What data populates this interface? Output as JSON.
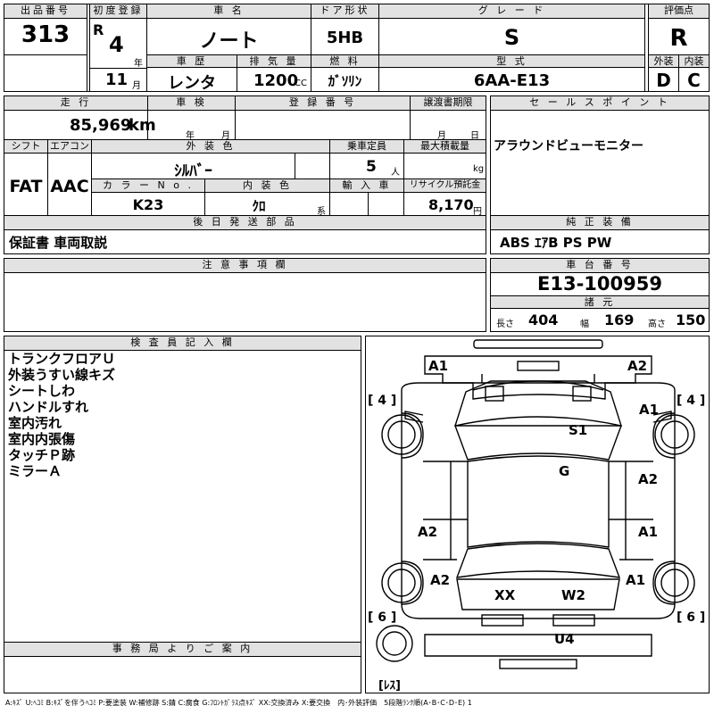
{
  "header": {
    "lot_no_label": "出品番号",
    "lot_no": "313",
    "first_reg_label": "初度登録",
    "era": "R",
    "year": "4",
    "year_unit": "年",
    "month": "11",
    "month_unit": "月",
    "car_name_label": "車 名",
    "car_name": "ノート",
    "history_label": "車 歴",
    "history": "レンタ",
    "displacement_label": "排 気 量",
    "displacement": "1200",
    "displacement_unit": "CC",
    "door_label": "ドア形状",
    "door": "5HB",
    "fuel_label": "燃 料",
    "fuel": "ｶﾞｿﾘﾝ",
    "grade_label": "グ レ ー ド",
    "grade": "S",
    "model_label": "型 式",
    "model": "6AA-E13",
    "score_label": "評価点",
    "score": "R",
    "exterior_label": "外装",
    "exterior": "D",
    "interior_label": "内装",
    "interior": "C"
  },
  "row2": {
    "mileage_label": "走 行",
    "mileage": "85,969",
    "mileage_unit": "km",
    "inspection_label": "車 検",
    "inspection_year": "年",
    "inspection_month": "月",
    "reg_no_label": "登 録 番 号",
    "transfer_label": "譲渡書期限",
    "transfer_month": "月",
    "transfer_day": "日",
    "shift_label": "シフト",
    "shift": "FAT",
    "ac_label": "エアコン",
    "ac": "AAC",
    "ext_color_label": "外 装 色",
    "ext_color": "ｼﾙﾊﾞｰ",
    "capacity_label": "乗車定員",
    "capacity": "5",
    "capacity_unit": "人",
    "max_load_label": "最大積載量",
    "max_load_unit": "kg",
    "color_no_label": "カ ラ ー N o .",
    "color_no": "K23",
    "int_color_label": "内 装 色",
    "int_color": "ｸﾛ",
    "int_color_unit": "系",
    "import_label": "輸 入 車",
    "recycle_label": "リサイクル預託金",
    "recycle": "8,170",
    "recycle_unit": "円",
    "later_label": "後 日 発 送 部 品",
    "later": "保証書 車両取説",
    "notes_label": "注 意 事 項 欄"
  },
  "right": {
    "sales_label": "セ ー ル ス ポ イ ン ト",
    "sales": "アラウンドビューモニター",
    "equip_label": "純 正 装 備",
    "equip": "ABS ｴｱB PS PW",
    "chassis_label": "車 台 番 号",
    "chassis": "E13-100959",
    "spec_label": "諸 元",
    "length_label": "長さ",
    "length": "404",
    "width_label": "幅",
    "width": "169",
    "height_label": "高さ",
    "height": "150"
  },
  "inspector": {
    "label": "検 査 員 記 入 欄",
    "notes": [
      "トランクフロアＵ",
      "外装うすい線キズ",
      "シートしわ",
      "ハンドルすれ",
      "室内汚れ",
      "室内内張傷",
      "タッチＰ跡",
      "ミラーＡ"
    ]
  },
  "office_label": "事 務 局 よ り ご 案 内",
  "legend": "A:ｷｽﾞ U:ﾍｺﾐ B:ｷｽﾞを伴うﾍｺﾐ P:要塗装 W:補修跡 S:錆 C:腐食 G:ﾌﾛﾝﾄｶﾞﾗｽ点ｷｽﾞ XX:交換済み X:要交換　内･外装評価　5段階ﾗﾝｸ順(A･B･C･D･E) 1",
  "diagram": {
    "marks": {
      "A1_tl": "A1",
      "A2_tr": "A2",
      "four_l": "[ 4 ]",
      "four_r": "[ 4 ]",
      "A1_rf": "A1",
      "S1": "S1",
      "G": "G",
      "A2_rd": "A2",
      "A2_ld": "A2",
      "A1_rd2": "A1",
      "A2_lr": "A2",
      "A1_rr": "A1",
      "XX": "XX",
      "W2": "W2",
      "six_l": "[ 6 ]",
      "six_r": "[ 6 ]",
      "U4": "U4",
      "less": "[ﾚｽ]"
    }
  }
}
